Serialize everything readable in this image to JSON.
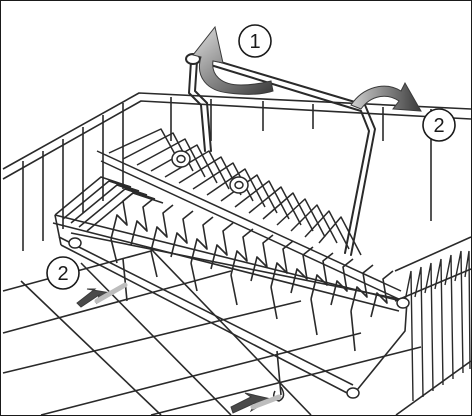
{
  "figure": {
    "steps": [
      {
        "id": "step-1",
        "label": "1"
      },
      {
        "id": "step-2-right",
        "label": "2"
      },
      {
        "id": "step-2-left",
        "label": "2"
      }
    ],
    "colors": {
      "line": "#2a2a2a",
      "arrow_dark": "#3a3a3a",
      "arrow_light": "#bdbdbd",
      "background": "#ffffff"
    },
    "icons": [
      "circled-number-icon",
      "curved-arrow-icon",
      "straight-arrow-icon"
    ]
  }
}
